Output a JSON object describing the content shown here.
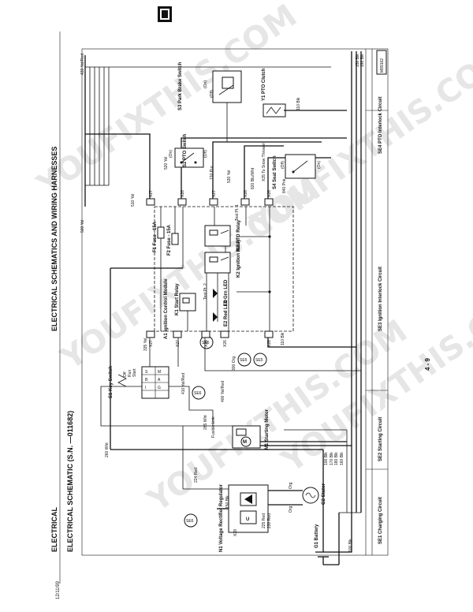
{
  "header": {
    "section": "ELECTRICAL",
    "title": "ELECTRICAL SCHEMATICS AND WIRING HARNESSES"
  },
  "schematic_title": "ELECTRICAL SCHEMATIC (S.N. —011682)",
  "page_number": "4 - 9",
  "date": "12/11/99",
  "figure_id": "M89162",
  "watermark": "YOUFIXTHIS.COM",
  "circuits": [
    "SE1 Charging Circuit",
    "SE2 Starting Circuit",
    "SE3 Ignition Interlock Circuit",
    "SE4 PTO Interlock Circuit"
  ],
  "components": {
    "g1": "G1 Battery",
    "g2": "G2 Stator",
    "n1": "N1 Voltage Rectifier Regulator",
    "m1": "M1 Starting Motor",
    "s1": "S1 Key Switch",
    "a1": "A1 Ignition Control Module",
    "k1": "K1 Start Relay",
    "k2": "K2 Ignition Relay",
    "k3": "K3 PTO Relay",
    "e1": "E1 Grn LED",
    "e2": "E2 Red LED",
    "f1": "F1 Fuse - 15A",
    "f2": "F2 Fuse - 15A",
    "s2": "S2 PTO Switch",
    "s3": "S3 Park Brake Switch",
    "s4": "S4 Seat Switch",
    "y1": "Y1 PTO Clutch",
    "x25": "X25 To Snow Thrower"
  },
  "key_switch_positions": [
    "Off",
    "Run",
    "Start"
  ],
  "connectors": [
    "X26",
    "X27",
    "X28"
  ],
  "wires": [
    "100 Blk",
    "110 Blk",
    "150 Blk",
    "160 Blk",
    "170 Blk",
    "180 Blk",
    "190 Blk",
    "195 Blk",
    "224 Red",
    "225 Red",
    "230 Red",
    "260 Wht",
    "265 Wht",
    "300 Org",
    "335 Yel",
    "400 Yel/Red",
    "410 Yel/Red",
    "430 Yel/Red",
    "500 Yel",
    "510 Yel",
    "515 Yel",
    "520 Yel",
    "530 Yel",
    "700 Pur/Wht",
    "710 Pur",
    "720 Pur/Wht",
    "730 Blu/Wht",
    "750 Pur",
    "810 Blu/Wht",
    "820 Blu/Wht",
    "830 Blu/Wht",
    "840 Pnk",
    "850 Pnk",
    "880 Blk",
    "891 Wht"
  ],
  "refs": [
    "SE6",
    "SE6",
    "SE6",
    "SE5",
    "SE5"
  ],
  "labels": {
    "test_pt_1": "Test Pt. 1",
    "test_pt_2": "Test Pt. 2",
    "fusible_link": "Fusible Link",
    "on": "(On)",
    "off": "(Off)",
    "org": "Org"
  }
}
